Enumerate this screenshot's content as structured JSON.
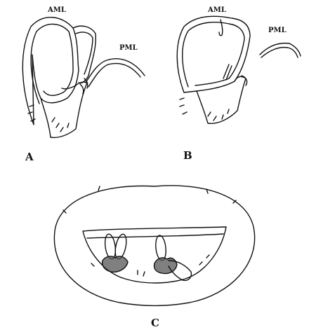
{
  "labels": {
    "panel_a": "A",
    "panel_b": "B",
    "panel_c": "C",
    "a_aml": "AML",
    "a_pml": "PML",
    "b_aml": "AML",
    "b_pml": "PML"
  },
  "colors": {
    "ink": "#111111",
    "shade": "#555555",
    "background": "#ffffff"
  }
}
